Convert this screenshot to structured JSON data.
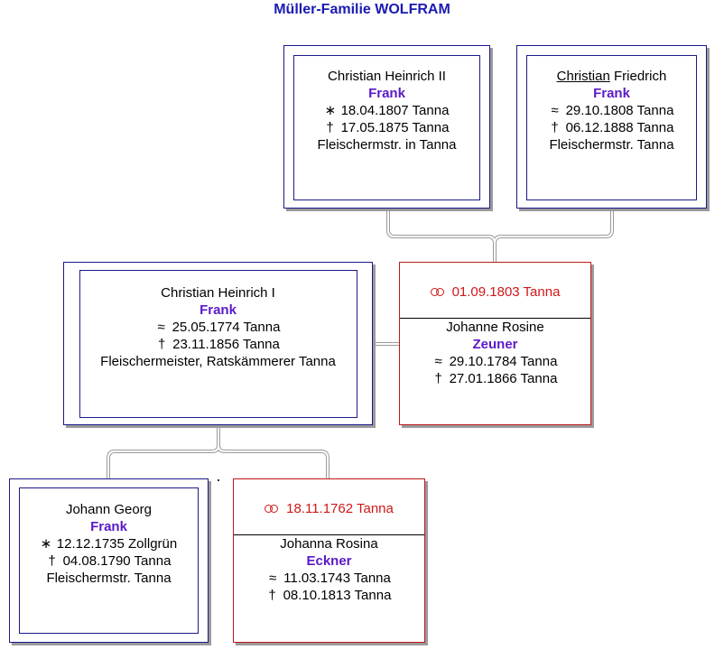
{
  "title": "Müller-Familie WOLFRAM",
  "colors": {
    "title": "#1a1ab4",
    "surname": "#5a19c8",
    "marriage": "#d01818",
    "frame": "#1a1a8a",
    "spouse_frame": "#c01818"
  },
  "icons": {
    "birth": "birth-asterisk-icon",
    "baptism": "baptism-approx-icon",
    "death": "death-cross-icon",
    "marriage": "marriage-rings-icon"
  },
  "symbols": {
    "birth": "∗",
    "baptism": "≈",
    "death": "†"
  },
  "gf_left": {
    "given": "Christian Heinrich II",
    "surname": "Frank",
    "birth": "18.04.1807 Tanna",
    "death": "17.05.1875 Tanna",
    "occupation": "Fleischermstr. in Tanna"
  },
  "gf_right": {
    "given_underlined": "Christian",
    "given_rest": " Friedrich",
    "surname": "Frank",
    "baptism": "29.10.1808 Tanna",
    "death": "06.12.1888 Tanna",
    "occupation": "Fleischermstr. Tanna"
  },
  "father": {
    "given": "Christian Heinrich I",
    "surname": "Frank",
    "baptism": "25.05.1774 Tanna",
    "death": "23.11.1856 Tanna",
    "occupation": "Fleischermeister, Ratskämmerer Tanna"
  },
  "mother": {
    "marriage": "01.09.1803 Tanna",
    "given": "Johanne Rosine",
    "surname": "Zeuner",
    "baptism": "29.10.1784 Tanna",
    "death": "27.01.1866 Tanna"
  },
  "grandfather": {
    "given": "Johann Georg",
    "surname": "Frank",
    "birth": "12.12.1735 Zollgrün",
    "death": "04.08.1790 Tanna",
    "occupation": "Fleischermstr. Tanna"
  },
  "grandmother": {
    "marriage": "18.11.1762 Tanna",
    "given": "Johanna Rosina",
    "surname": "Eckner",
    "baptism": "11.03.1743 Tanna",
    "death": "08.10.1813 Tanna"
  }
}
